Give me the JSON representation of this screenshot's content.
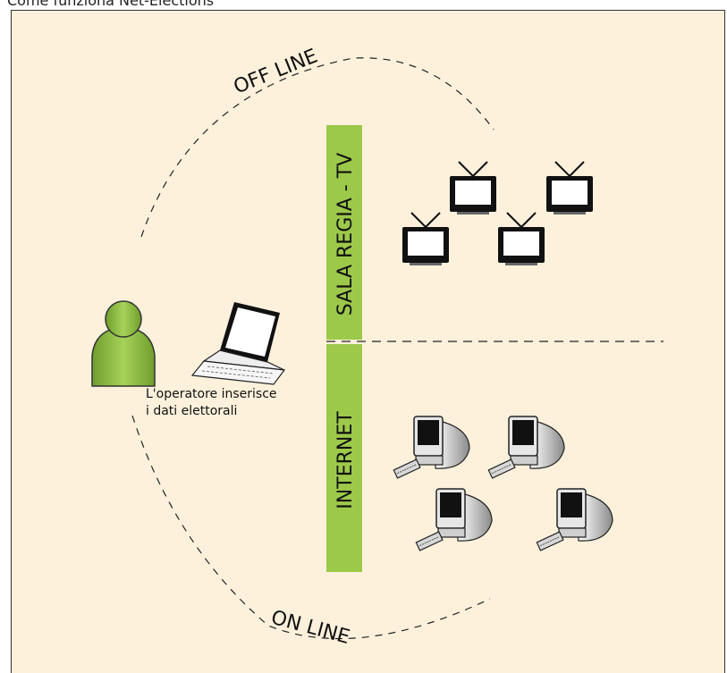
{
  "title": "Come funziona Net-Elections",
  "arcs": {
    "offline_label": "OFF LINE",
    "online_label": "ON LINE"
  },
  "sections": {
    "tv_label": "SALA REGIA - TV",
    "internet_label": "INTERNET"
  },
  "operator": {
    "line1": "L'operatore inserisce",
    "line2": "i dati elettorali"
  },
  "icons": {
    "person": "person-icon",
    "laptop": "laptop-icon",
    "tv": "television-icon",
    "computer": "desktop-computer-icon"
  },
  "colors": {
    "background": "#fdf1dc",
    "accent_green": "#9dc94a",
    "person_green": "#8fbe45"
  }
}
